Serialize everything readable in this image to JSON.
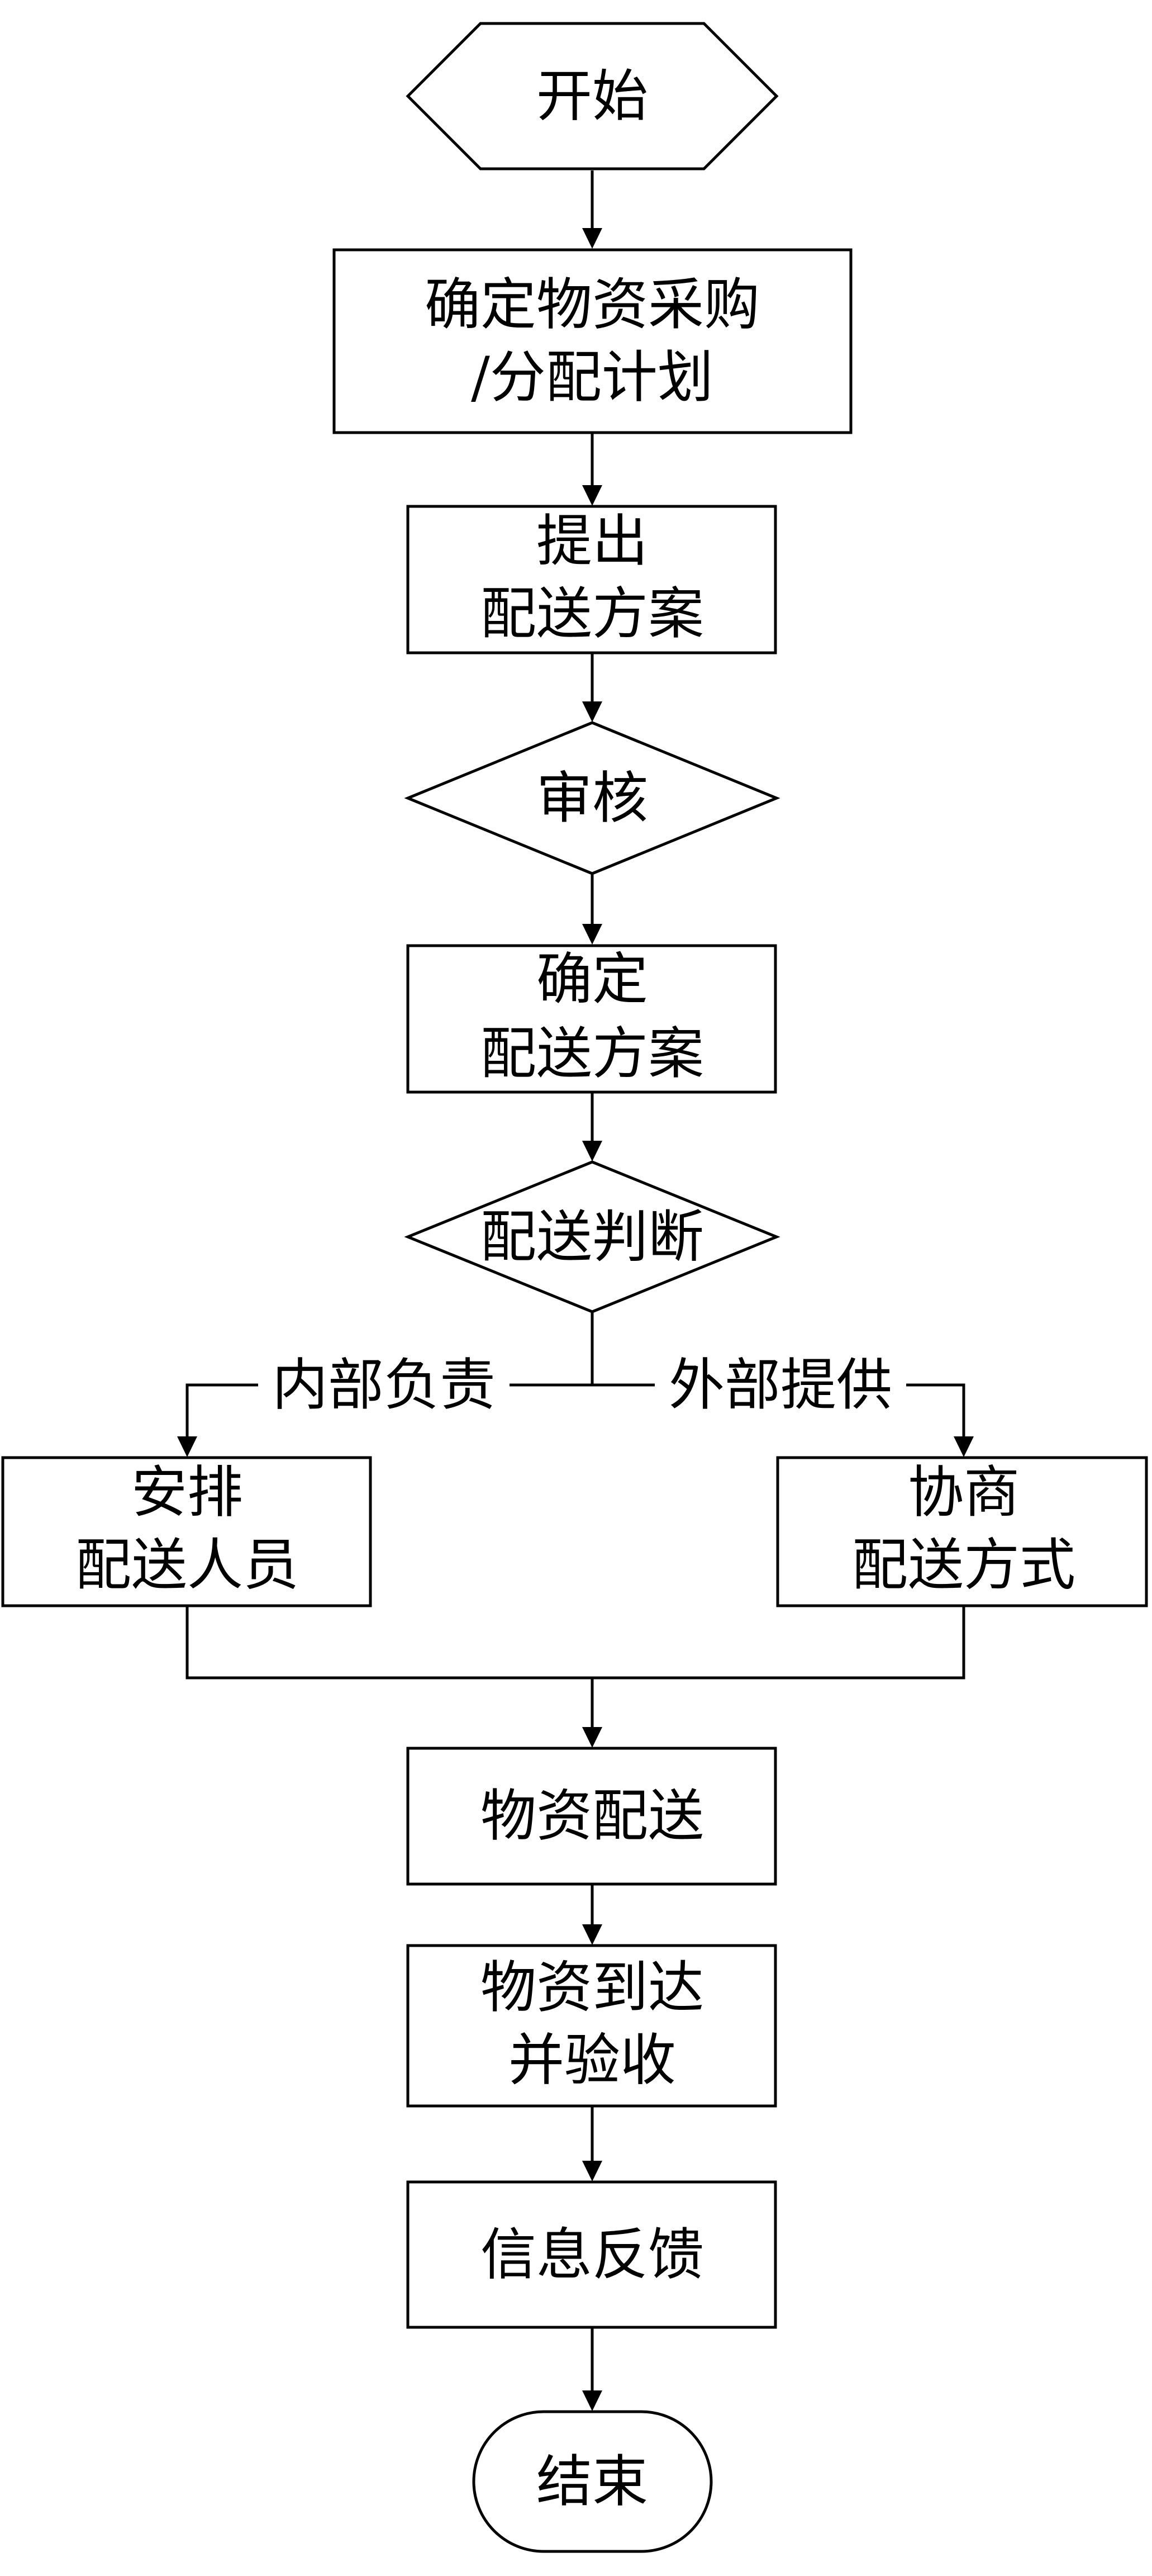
{
  "diagram": {
    "type": "flowchart",
    "nodes": {
      "start": {
        "shape": "hexagon",
        "lines": [
          "开始"
        ]
      },
      "plan": {
        "shape": "process",
        "lines": [
          "确定物资采购",
          "/分配计划"
        ]
      },
      "propose": {
        "shape": "process",
        "lines": [
          "提出",
          "配送方案"
        ]
      },
      "review": {
        "shape": "decision",
        "lines": [
          "审核"
        ]
      },
      "confirm": {
        "shape": "process",
        "lines": [
          "确定",
          "配送方案"
        ]
      },
      "judge": {
        "shape": "decision",
        "lines": [
          "配送判断"
        ]
      },
      "internal": {
        "shape": "process",
        "lines": [
          "安排",
          "配送人员"
        ]
      },
      "external": {
        "shape": "process",
        "lines": [
          "协商",
          "配送方式"
        ]
      },
      "deliver": {
        "shape": "process",
        "lines": [
          "物资配送"
        ]
      },
      "arrive": {
        "shape": "process",
        "lines": [
          "物资到达",
          "并验收"
        ]
      },
      "feedback": {
        "shape": "process",
        "lines": [
          "信息反馈"
        ]
      },
      "end": {
        "shape": "terminal",
        "lines": [
          "结束"
        ]
      }
    },
    "edges": [
      {
        "from": "start",
        "to": "plan"
      },
      {
        "from": "plan",
        "to": "propose"
      },
      {
        "from": "propose",
        "to": "review"
      },
      {
        "from": "review",
        "to": "confirm"
      },
      {
        "from": "confirm",
        "to": "judge"
      },
      {
        "from": "judge",
        "to": "internal",
        "label": "内部负责"
      },
      {
        "from": "judge",
        "to": "external",
        "label": "外部提供"
      },
      {
        "from": "internal",
        "to": "deliver"
      },
      {
        "from": "external",
        "to": "deliver"
      },
      {
        "from": "deliver",
        "to": "arrive"
      },
      {
        "from": "arrive",
        "to": "feedback"
      },
      {
        "from": "feedback",
        "to": "end"
      }
    ]
  }
}
